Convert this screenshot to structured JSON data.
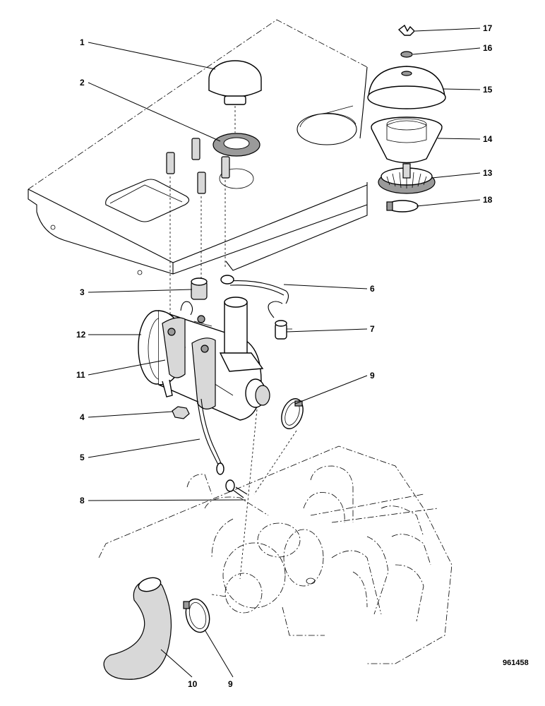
{
  "callouts": {
    "c1": "1",
    "c2": "2",
    "c3": "3",
    "c4": "4",
    "c5": "5",
    "c6": "6",
    "c7": "7",
    "c8": "8",
    "c9a": "9",
    "c9b": "9",
    "c10": "10",
    "c11": "11",
    "c12": "12",
    "c13": "13",
    "c14": "14",
    "c15": "15",
    "c16": "16",
    "c17": "17",
    "c18": "18"
  },
  "reference_number": "961458"
}
